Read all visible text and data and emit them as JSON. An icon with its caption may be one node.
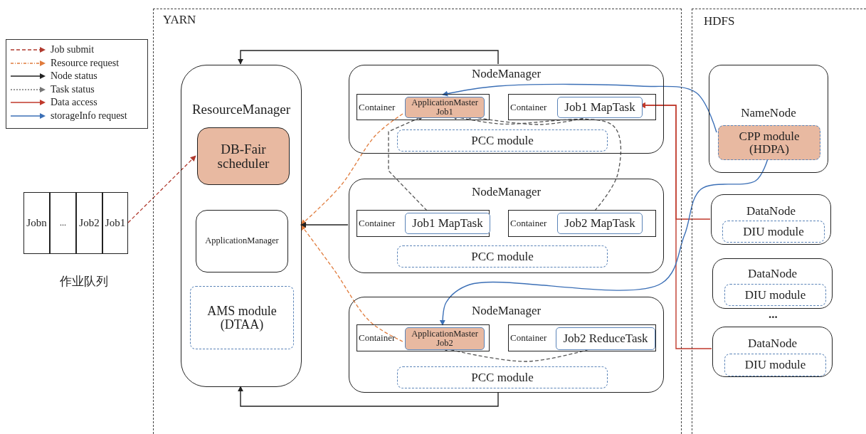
{
  "diagram": {
    "nodes": [
      {
        "text": [
          "YARN"
        ]
      },
      {
        "text": [
          "HDFS"
        ]
      },
      {
        "text": [
          "ResourceManager"
        ],
        "in": 0
      },
      {
        "text": [
          "DB-Fair scheduler"
        ],
        "in": 2
      },
      {
        "text": [
          "ApplicationManager"
        ],
        "in": 2
      },
      {
        "text": [
          "AMS module (DTAA)"
        ],
        "in": 2
      },
      {
        "text": [
          "NodeManager"
        ],
        "in": 0
      },
      {
        "text": [
          "Container"
        ],
        "in": 6
      },
      {
        "text": [
          "ApplicationMaster Job1"
        ],
        "in": 7
      },
      {
        "text": [
          "Container"
        ],
        "in": 6
      },
      {
        "text": [
          "Job1 MapTask"
        ],
        "in": 9
      },
      {
        "text": [
          "PCC module"
        ],
        "in": 6
      },
      {
        "text": [
          "NodeManager"
        ],
        "in": 0
      },
      {
        "text": [
          "Container"
        ],
        "in": 12
      },
      {
        "text": [
          "Job1 MapTask"
        ],
        "in": 13
      },
      {
        "text": [
          "Container"
        ],
        "in": 12
      },
      {
        "text": [
          "Job2 MapTask"
        ],
        "in": 15
      },
      {
        "text": [
          "PCC module"
        ],
        "in": 12
      },
      {
        "text": [
          "NodeManager"
        ],
        "in": 0
      },
      {
        "text": [
          "Container"
        ],
        "in": 18
      },
      {
        "text": [
          "ApplicationMaster Job2"
        ],
        "in": 19
      },
      {
        "text": [
          "Container"
        ],
        "in": 18
      },
      {
        "text": [
          "Job2 ReduceTask"
        ],
        "in": 21
      },
      {
        "text": [
          "PCC module"
        ],
        "in": 18
      },
      {
        "text": [
          "NameNode"
        ],
        "in": 1
      },
      {
        "text": [
          "CPP module (HDPA)"
        ],
        "in": 24
      },
      {
        "text": [
          "DataNode"
        ],
        "in": 1
      },
      {
        "text": [
          "DIU module"
        ],
        "in": 26
      },
      {
        "text": [
          "DataNode"
        ],
        "in": 1
      },
      {
        "text": [
          "DIU module"
        ],
        "in": 28
      },
      {
        "text": [
          "DataNode"
        ],
        "in": 1
      },
      {
        "text": [
          "DIU module"
        ],
        "in": 30
      },
      {
        "text": [
          "Jobn"
        ]
      },
      {
        "text": [
          "..."
        ]
      },
      {
        "text": [
          "Job2"
        ]
      },
      {
        "text": [
          "Job1"
        ]
      }
    ],
    "edges": [
      {
        "from": 35,
        "to": 3,
        "arrow": "to",
        "style": "dashed",
        "color": "#b03a2e"
      },
      {
        "from": 8,
        "to": 2,
        "arrow": "to",
        "style": "dashed",
        "color": "#e07b3c"
      },
      {
        "from": 20,
        "to": 2,
        "arrow": "to",
        "style": "dashed",
        "color": "#e07b3c"
      },
      {
        "from": 6,
        "to": 2,
        "arrow": "to"
      },
      {
        "from": 12,
        "to": 2,
        "arrow": "to"
      },
      {
        "from": 18,
        "to": 2,
        "arrow": "to"
      },
      {
        "from": 10,
        "to": 8,
        "arrow": "to",
        "style": "dashed",
        "color": "#555555"
      },
      {
        "from": 14,
        "to": 8,
        "arrow": "to",
        "style": "dashed",
        "color": "#555555"
      },
      {
        "from": 16,
        "to": 8,
        "arrow": "to",
        "style": "dashed",
        "color": "#555555"
      },
      {
        "from": 22,
        "to": 20,
        "arrow": "to",
        "style": "dashed",
        "color": "#555555"
      },
      {
        "from": 26,
        "to": 10,
        "arrow": "to",
        "color": "#c0392b"
      },
      {
        "from": 30,
        "to": 10,
        "arrow": "to",
        "color": "#c0392b"
      },
      {
        "from": 25,
        "to": 8,
        "arrow": "to",
        "color": "#3b6fb6"
      },
      {
        "from": 25,
        "to": 20,
        "arrow": "to",
        "color": "#3b6fb6"
      }
    ],
    "labels": [
      "作业队列",
      "..."
    ],
    "legend": [
      {
        "text": "Job submit"
      },
      {
        "text": "Resource request"
      },
      {
        "text": "Node status"
      },
      {
        "text": "Task status"
      },
      {
        "text": "Data access"
      },
      {
        "text": "storageInfo request"
      }
    ]
  }
}
